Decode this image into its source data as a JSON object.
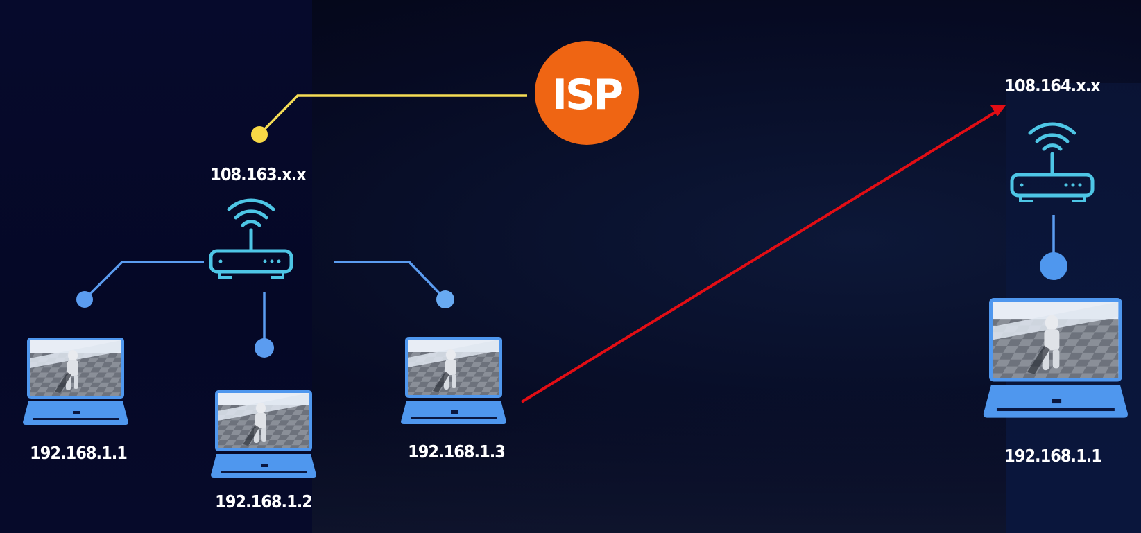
{
  "colors": {
    "background": "#04061a",
    "isp": "#ef6513",
    "isp_link": "#f5dd55",
    "isp_node": "#f7d846",
    "lan_link": "#5b9cf0",
    "router": "#4ec6e6",
    "laptop": "#4f97ee",
    "remote_arrow": "#e20d14"
  },
  "isp": {
    "label": "ISP"
  },
  "home_network": {
    "public_ip": "108.163.x.x",
    "devices": [
      {
        "ip": "192.168.1.1",
        "icon": "laptop-icon"
      },
      {
        "ip": "192.168.1.2",
        "icon": "laptop-icon"
      },
      {
        "ip": "192.168.1.3",
        "icon": "laptop-icon"
      }
    ]
  },
  "remote_network": {
    "public_ip": "108.164.x.x",
    "devices": [
      {
        "ip": "192.168.1.1",
        "icon": "laptop-icon"
      }
    ]
  },
  "icons": [
    "router-icon",
    "wifi-icon",
    "laptop-icon",
    "isp-badge-icon"
  ]
}
